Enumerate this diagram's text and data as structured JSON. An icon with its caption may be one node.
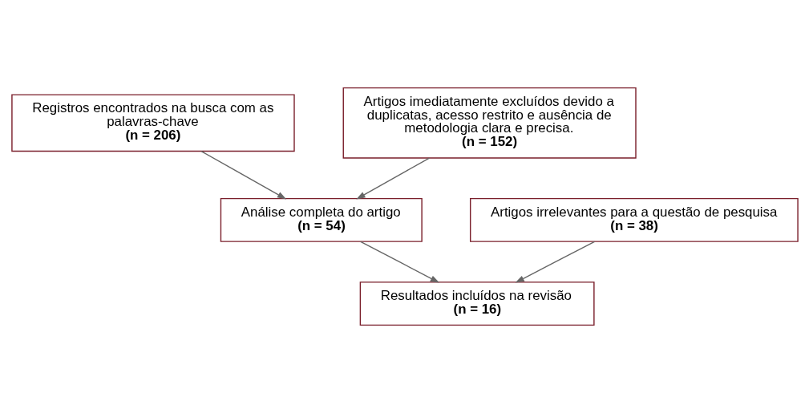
{
  "diagram": {
    "nodes": [
      {
        "text": [
          "Registros encontrados na busca com as palavras-chave",
          "(n = 206)"
        ]
      },
      {
        "text": [
          "Artigos imediatamente excluídos devido a duplicatas, acesso restrito e ausência de metodologia clara e precisa.",
          "(n = 152)"
        ]
      },
      {
        "text": [
          "Análise completa do artigo",
          "(n = 54)"
        ]
      },
      {
        "text": [
          "Artigos irrelevantes para a questão de pesquisa",
          "(n = 38)"
        ]
      },
      {
        "text": [
          "Resultados incluídos na revisão",
          "(n = 16)"
        ]
      }
    ],
    "edges": [
      {
        "from": 0,
        "to": 2,
        "arrow": "to"
      },
      {
        "from": 1,
        "to": 2,
        "arrow": "to"
      },
      {
        "from": 2,
        "to": 4,
        "arrow": "to"
      },
      {
        "from": 3,
        "to": 4,
        "arrow": "to"
      }
    ]
  }
}
